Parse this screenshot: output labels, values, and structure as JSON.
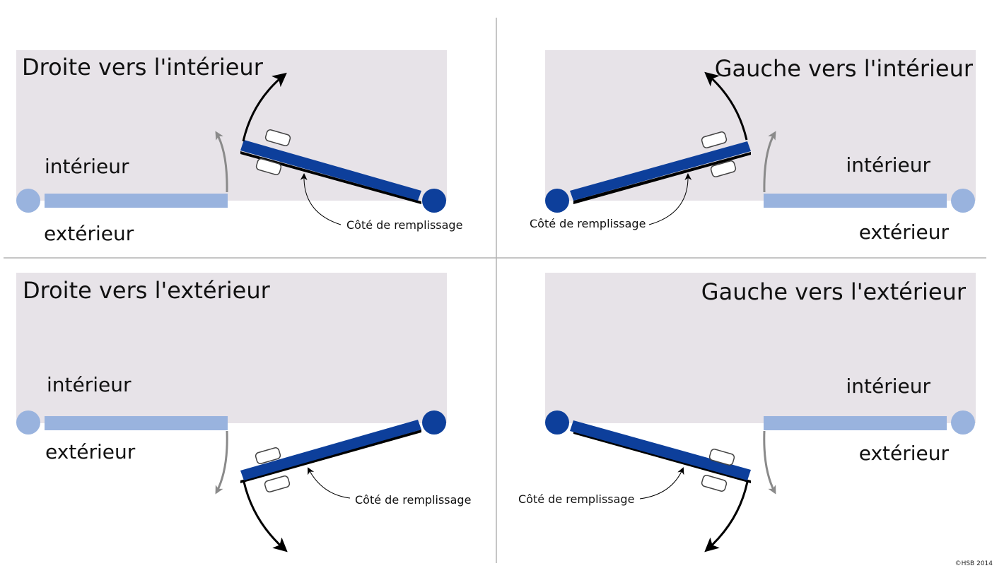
{
  "colors": {
    "room": "#e7e3e8",
    "wall_light": "#99b3de",
    "door_dark": "#0d3f9b",
    "door_edge": "#000000",
    "arrow_dark": "#000000",
    "arrow_light": "#8a8a8a",
    "divider": "#b4b4b4"
  },
  "panels": [
    {
      "id": "droite-interieur",
      "title": "Droite vers l'intérieur",
      "interior_label": "intérieur",
      "exterior_label": "extérieur",
      "fill_side_label": "Côté de remplissage"
    },
    {
      "id": "gauche-interieur",
      "title": "Gauche vers l'intérieur",
      "interior_label": "intérieur",
      "exterior_label": "extérieur",
      "fill_side_label": "Côté de remplissage"
    },
    {
      "id": "droite-exterieur",
      "title": "Droite vers l'extérieur",
      "interior_label": "intérieur",
      "exterior_label": "extérieur",
      "fill_side_label": "Côté de remplissage"
    },
    {
      "id": "gauche-exterieur",
      "title": "Gauche vers l'extérieur",
      "interior_label": "intérieur",
      "exterior_label": "extérieur",
      "fill_side_label": "Côté de remplissage"
    }
  ],
  "copyright": "©HSB 2014"
}
